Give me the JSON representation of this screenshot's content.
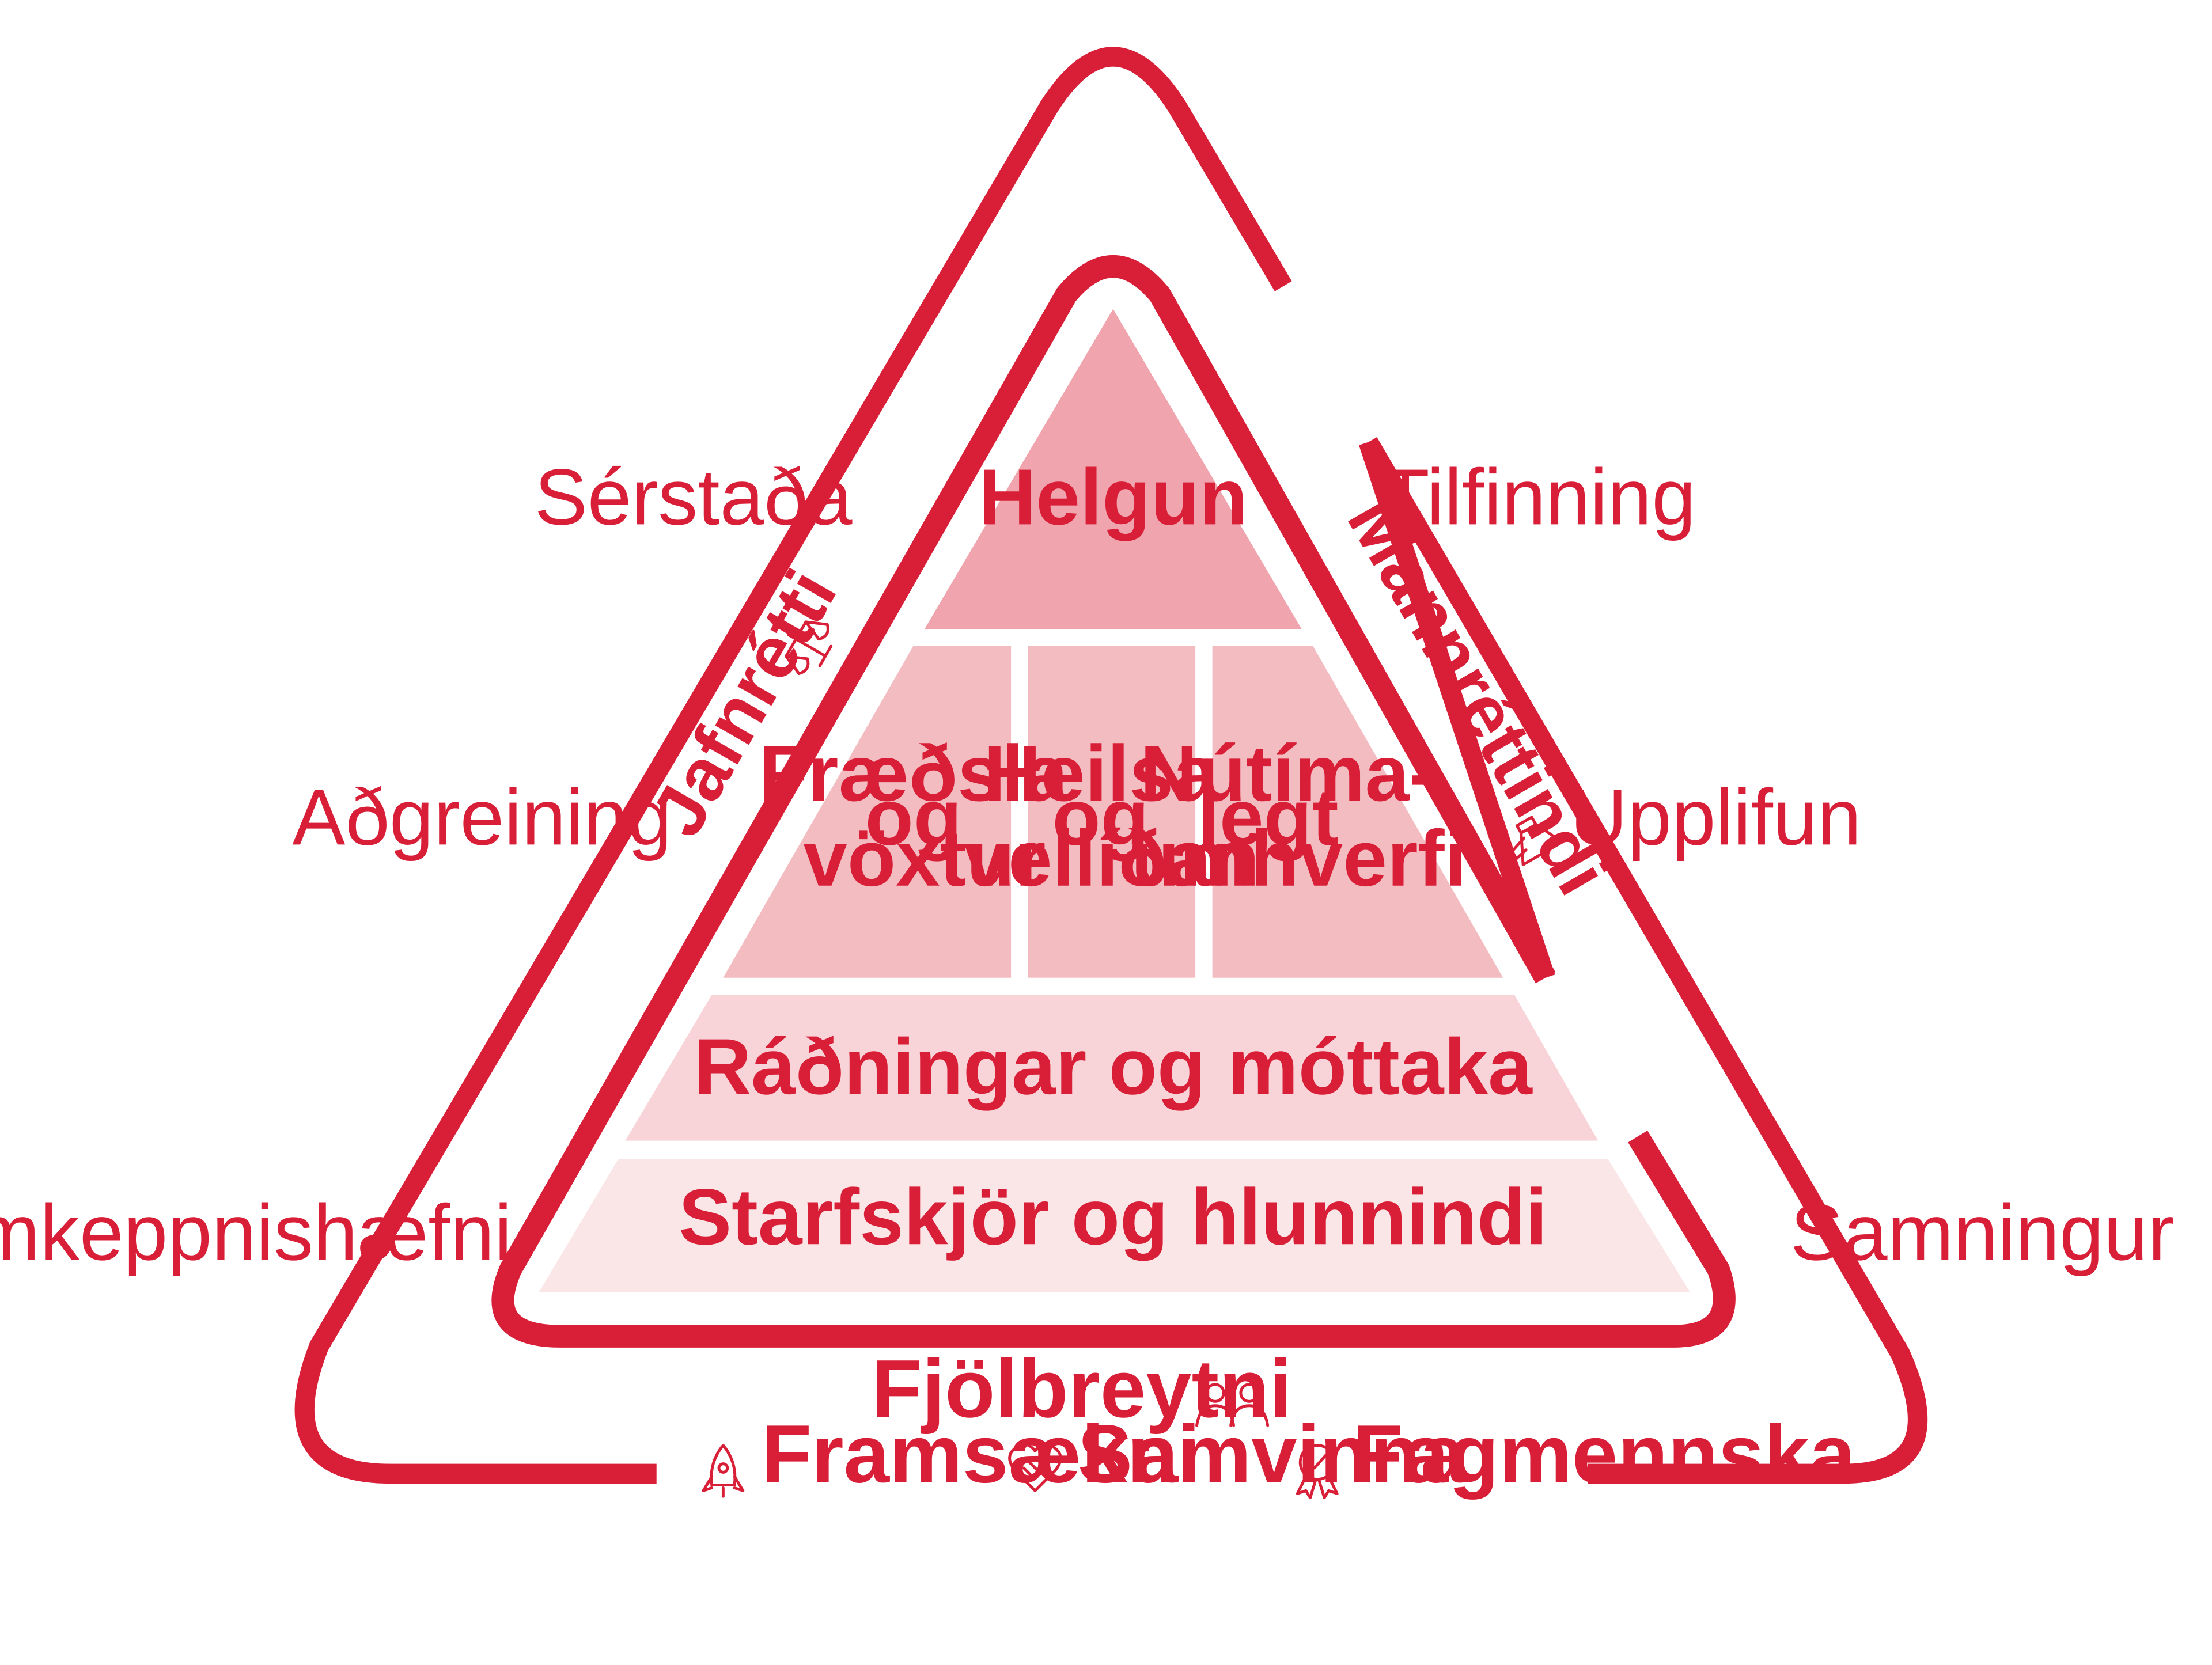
{
  "colors": {
    "accent": "#d91f37",
    "tier_top": "#efa4ae",
    "tier_middle": "#f2bcc1",
    "tier_recruit": "#f8d3d7",
    "tier_base": "#fbe6e7",
    "background": "#ffffff"
  },
  "outer_labels": {
    "left": [
      "Sérstaða",
      "Aðgreining",
      "Samkeppnishæfni"
    ],
    "right": [
      "Tilfinning",
      "Upplifun",
      "Samningur"
    ]
  },
  "sides": {
    "left": {
      "label": "Jafnrétti",
      "icon": "scale-icon"
    },
    "right": {
      "label": "Mannréttindi",
      "icon": "megaphone-icon"
    }
  },
  "pyramid": {
    "top": "Helgun",
    "middle": [
      {
        "line1": "Fræðsla",
        "line2": "og",
        "line3": "vöxtur"
      },
      {
        "line1": "Heilsa",
        "line2": "og",
        "line3": "vellíðan"
      },
      {
        "line1": "Nútíma-",
        "line2": "legt",
        "line3": "umhverfi"
      }
    ],
    "recruitment": "Ráðningar og móttaka",
    "base": "Starfskjör og hlunnindi"
  },
  "diversity": {
    "label": "Fjölbreytni",
    "icon": "people-icon"
  },
  "values": [
    {
      "label": "Framsækni",
      "icon": "rocket-icon"
    },
    {
      "label": "Samvinna",
      "icon": "handshake-heart-icon"
    },
    {
      "label": "Fagmennska",
      "icon": "award-badge-icon"
    }
  ]
}
